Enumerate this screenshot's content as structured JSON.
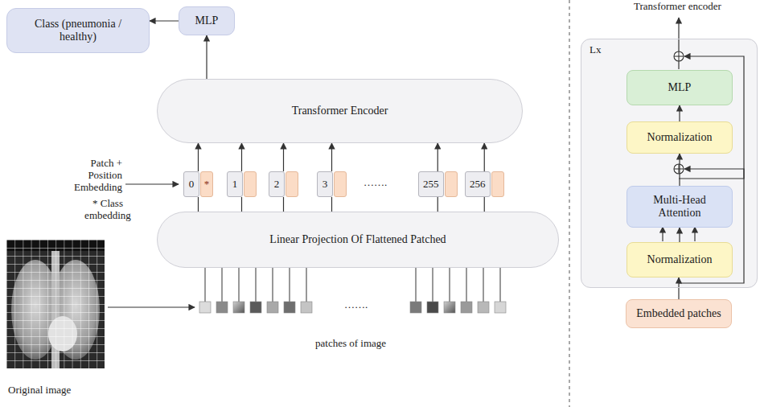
{
  "diagram": {
    "nodes": [
      {
        "text": [
          "Class (pneumonia / healthy)"
        ]
      },
      {
        "text": [
          "MLP"
        ]
      },
      {
        "text": [
          "Transformer Encoder"
        ]
      },
      {
        "text": [
          "0",
          "*"
        ]
      },
      {
        "text": [
          "1"
        ]
      },
      {
        "text": [
          "2"
        ]
      },
      {
        "text": [
          "3"
        ]
      },
      {
        "text": [
          "255"
        ]
      },
      {
        "text": [
          "256"
        ]
      },
      {
        "text": [
          "Linear Projection Of Flattened Patched"
        ]
      },
      {
        "text": [
          "Lx"
        ]
      },
      {
        "text": [
          "MLP"
        ],
        "in": 10
      },
      {
        "text": [
          "Normalization"
        ],
        "in": 10
      },
      {
        "text": [
          "Multi-Head Attention"
        ],
        "in": 10
      },
      {
        "text": [
          "Normalization"
        ],
        "in": 10
      },
      {
        "text": [
          "Embedded patches"
        ]
      }
    ],
    "edges": [
      {
        "from": 1,
        "to": 0,
        "arrow": "to"
      },
      {
        "from": 2,
        "to": 1,
        "arrow": "to"
      },
      {
        "from": 3,
        "to": 2,
        "arrow": "to"
      },
      {
        "from": 4,
        "to": 2,
        "arrow": "to"
      },
      {
        "from": 5,
        "to": 2,
        "arrow": "to"
      },
      {
        "from": 6,
        "to": 2,
        "arrow": "to"
      },
      {
        "from": 7,
        "to": 2,
        "arrow": "to"
      },
      {
        "from": 8,
        "to": 2,
        "arrow": "to"
      },
      {
        "from": 9,
        "to": 3,
        "arrow": "none"
      },
      {
        "from": 9,
        "to": 4,
        "arrow": "none"
      },
      {
        "from": 9,
        "to": 5,
        "arrow": "none"
      },
      {
        "from": 9,
        "to": 6,
        "arrow": "none"
      },
      {
        "from": 9,
        "to": 7,
        "arrow": "none"
      },
      {
        "from": 9,
        "to": 8,
        "arrow": "none"
      },
      {
        "from": 15,
        "to": 14,
        "arrow": "to"
      },
      {
        "from": 14,
        "to": 13,
        "arrow": "to"
      },
      {
        "from": 13,
        "to": 12,
        "arrow": "to"
      },
      {
        "from": 12,
        "to": 11,
        "arrow": "to"
      }
    ],
    "labels": [
      "Transformer encoder",
      "Patch + Position Embedding",
      "* Class embedding",
      "…….",
      "…….",
      "patches of image",
      "Original image"
    ]
  }
}
